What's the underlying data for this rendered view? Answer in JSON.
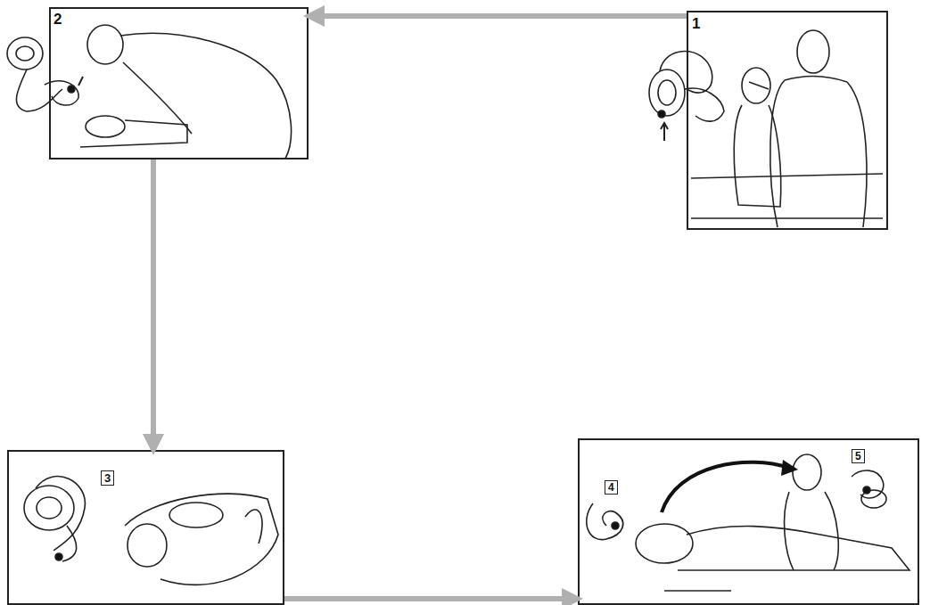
{
  "diagram": {
    "nodes": [
      {
        "text": [
          "1"
        ]
      },
      {
        "text": [
          "2"
        ]
      },
      {
        "text": [
          "3"
        ]
      },
      {
        "text": [
          "4",
          "5"
        ]
      }
    ],
    "edges": [
      {
        "from": 0,
        "to": 1,
        "arrow": "to"
      },
      {
        "from": 1,
        "to": 2,
        "arrow": "to"
      },
      {
        "from": 2,
        "to": 3,
        "arrow": "to"
      }
    ]
  }
}
